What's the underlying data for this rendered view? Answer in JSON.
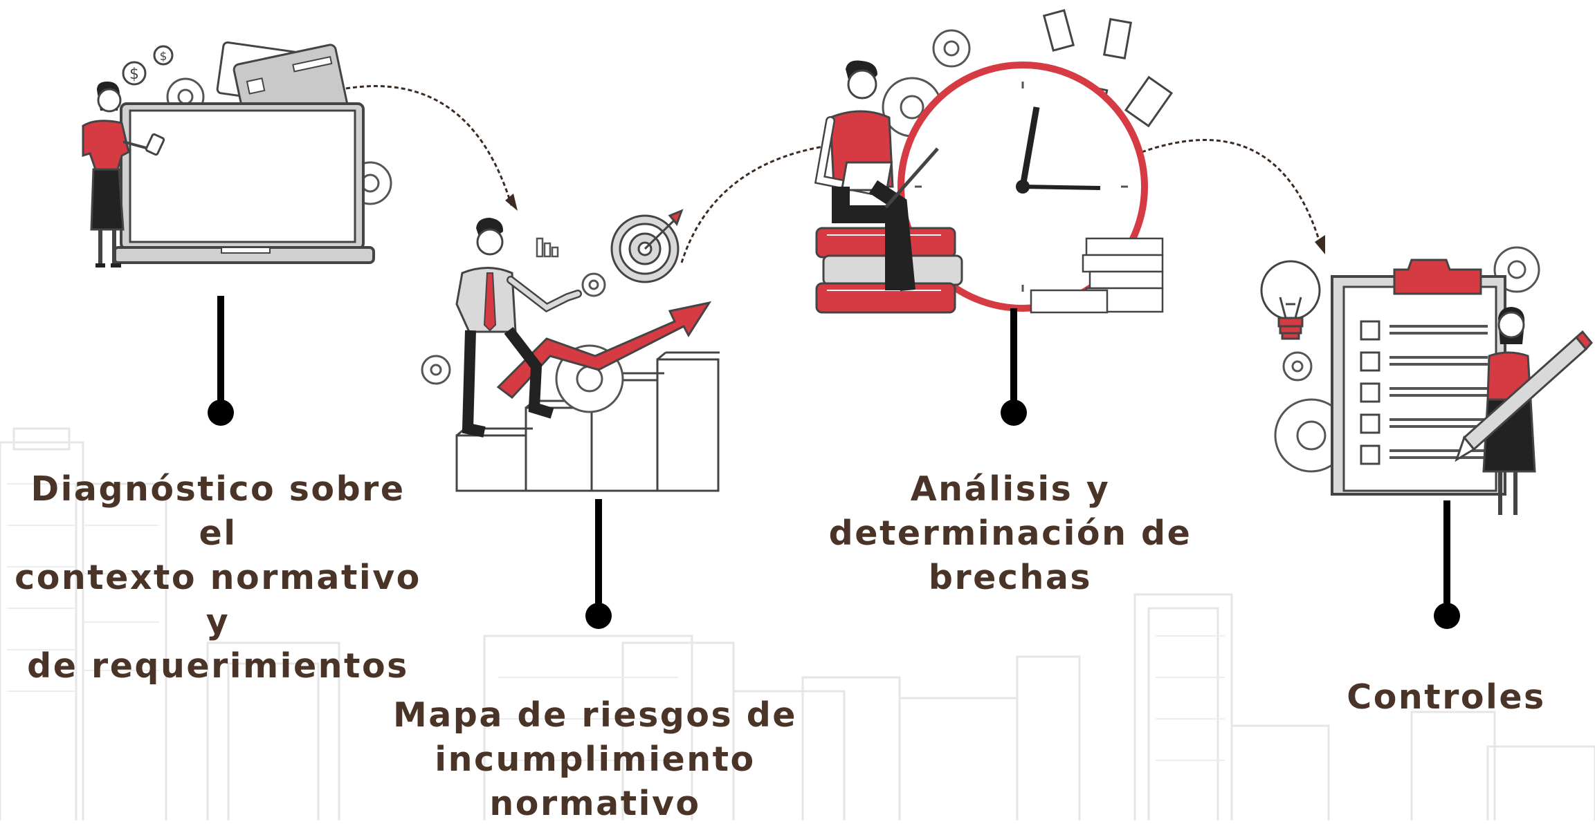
{
  "steps": [
    {
      "id": "diagnostico",
      "label": "Diagnóstico sobre el contexto normativo y de requerimientos",
      "lines": [
        "Diagnóstico sobre el",
        "contexto normativo y",
        "de requerimientos"
      ]
    },
    {
      "id": "mapa",
      "label": "Mapa de riesgos de incumplimiento normativo",
      "lines": [
        "Mapa de riesgos de",
        "incumplimiento",
        "normativo"
      ]
    },
    {
      "id": "analisis",
      "label": "Análisis y determinación de brechas",
      "lines": [
        "Análisis y",
        "determinación de",
        "brechas"
      ]
    },
    {
      "id": "controles",
      "label": "Controles",
      "lines": [
        "Controles"
      ]
    }
  ],
  "colors": {
    "accent_red": "#d63b43",
    "text_brown": "#4a3428",
    "line_dark": "#222222",
    "arrow_brown": "#3b2b22",
    "background_sketch": "#ececec"
  },
  "icons": [
    "laptop-icon",
    "credit-card-icon",
    "dollar-coin-icon",
    "gear-icon",
    "bar-chart-icon",
    "target-icon",
    "growth-arrow-icon",
    "clock-icon",
    "document-icon",
    "book-stack-icon",
    "lightbulb-icon",
    "clipboard-checklist-icon",
    "pencil-icon"
  ]
}
